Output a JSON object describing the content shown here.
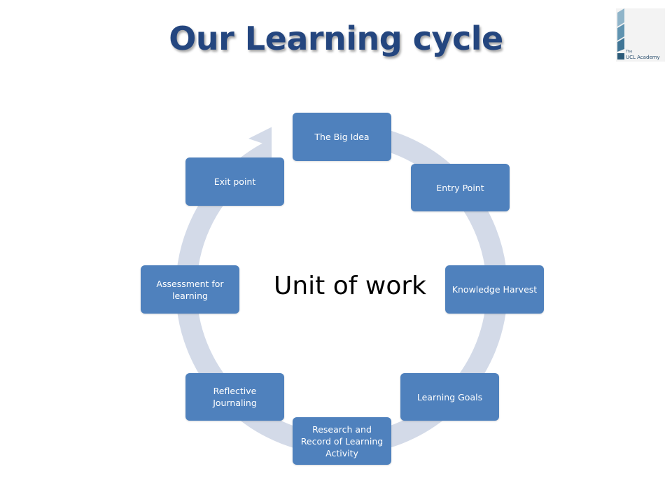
{
  "slide": {
    "title": "Our Learning cycle",
    "center_label": "Unit of work"
  },
  "logo": {
    "line1": "The",
    "line2": "UCL Academy"
  },
  "cycle": {
    "nodes": [
      "The Big Idea",
      "Entry Point",
      "Knowledge Harvest",
      "Learning Goals",
      "Research and Record of Learning Activity",
      "Reflective Journaling",
      "Assessment for learning",
      "Exit point"
    ]
  },
  "colors": {
    "node_fill": "#4f81bd",
    "ring": "#d0d8e6",
    "title": "#24467f"
  }
}
